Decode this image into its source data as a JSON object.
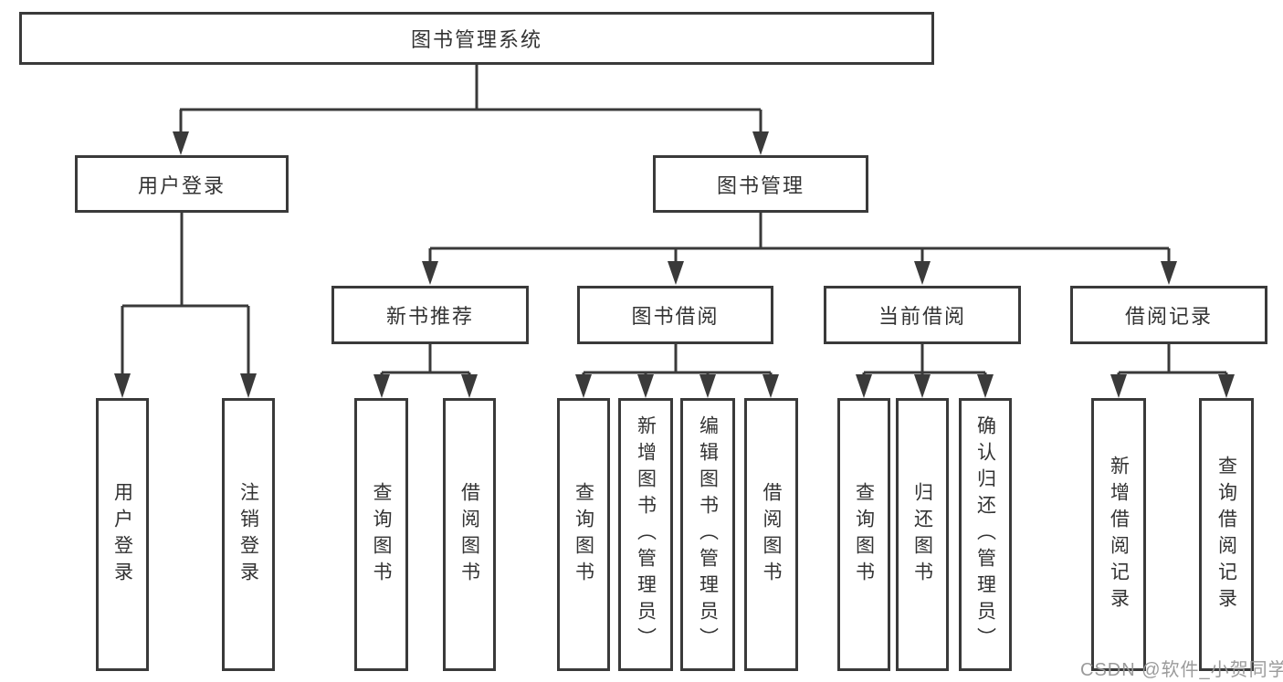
{
  "title": "图书管理系统",
  "watermark": "CSDN @软件_小贺同学",
  "colors": {
    "line": "#3a3a3a",
    "box_border": "#3a3a3a",
    "box_background": "#ffffff",
    "text": "#333333",
    "watermark": "#969696",
    "page_background": "#ffffff"
  },
  "nodes": {
    "root": "图书管理系统",
    "user_login": "用户登录",
    "book_mgmt": "图书管理",
    "new_book": "新书推荐",
    "book_borrow": "图书借阅",
    "current_borrow": "当前借阅",
    "borrow_records": "借阅记录",
    "ul_user_login": "用户登录",
    "ul_logout": "注销登录",
    "nb_query": "查询图书",
    "nb_borrow": "借阅图书",
    "bb_query": "查询图书",
    "bb_add": "新增图书（管理员）",
    "bb_edit": "编辑图书（管理员）",
    "bb_borrow": "借阅图书",
    "cb_query": "查询图书",
    "cb_return": "归还图书",
    "cb_confirm": "确认归还（管理员）",
    "br_add": "新增借阅记录",
    "br_query": "查询借阅记录"
  },
  "hierarchy": {
    "图书管理系统": {
      "用户登录": [
        "用户登录",
        "注销登录"
      ],
      "图书管理": {
        "新书推荐": [
          "查询图书",
          "借阅图书"
        ],
        "图书借阅": [
          "查询图书",
          "新增图书（管理员）",
          "编辑图书（管理员）",
          "借阅图书"
        ],
        "当前借阅": [
          "查询图书",
          "归还图书",
          "确认归还（管理员）"
        ],
        "借阅记录": [
          "新增借阅记录",
          "查询借阅记录"
        ]
      }
    }
  }
}
